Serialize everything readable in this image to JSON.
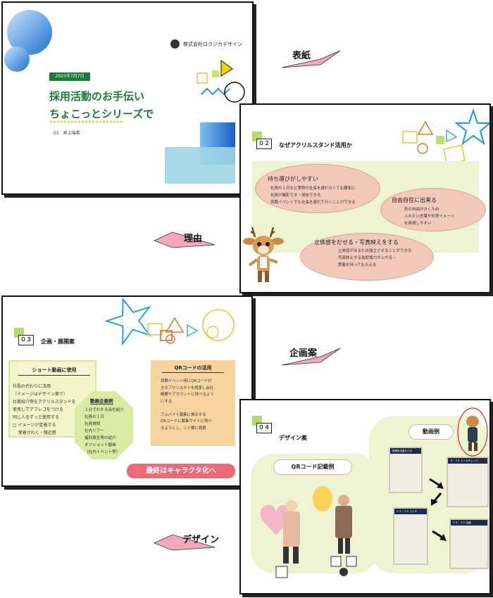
{
  "slides": {
    "cover": {
      "company": "株式会社ロクジカデザイン",
      "date": "2025年7月7日",
      "title_line1": "採用活動のお手伝い",
      "title_line2": "ちょこっとシリーズで",
      "author": "01　井上瑞希"
    },
    "reason": {
      "number": "０２",
      "heading": "なぜアクリルスタンド活用か",
      "points": [
        {
          "title": "持ち運びがしやすい",
          "lines": [
            "社員の１日など実物の社長を連れなくても腰率に",
            "社員が撮影でき・発信できる",
            "就職イベントでも社長を連れて行くことができる"
          ]
        },
        {
          "title": "自由自在に出来る",
          "lines": [
            "形の自由がきくため",
            "入れたい言葉や形等イメージ",
            "を再現しやすい"
          ]
        },
        {
          "title": "立体感をだせる・写真映えをする",
          "lines": [
            "立体感が出るため独立させることができる",
            "写真映えする為認識力が上がる・",
            "愛着を持ってもらえる"
          ]
        }
      ]
    },
    "plan": {
      "number": "０３",
      "heading": "企画・展開案",
      "short": {
        "title": "ショート動画に使用",
        "lines": [
          "社長の代わりに活用",
          "（イメージはデザイン案で）",
          "社員紹介等をアクリルスタンドを",
          "使用してアフレコをつける",
          "同じ人をずっと使用する",
          "□ イメージが定着する",
          "　 愛着がわく・親近感"
        ]
      },
      "examples": {
        "title": "動画企画例",
        "lines": [
          "１分でわかる会社紹介",
          "社員の１日",
          "社員質問",
          "社内ツアー",
          "福利厚生等の紹介",
          "オフショット動画",
          "（社内イベント等）"
        ]
      },
      "qr": {
        "title": "QRコードの活用",
        "lines": [
          "就職イベント時にQRコード付",
          "きのアクリスタドを設置し会社",
          "概要やアカウントに飛べるよう",
          "にする",
          "",
          "アルバイト募集に掲示する",
          "QRコードに募集サイトに飛べ",
          "るようにし、レジ横に設置"
        ]
      },
      "final": "最終はキャラクタ化へ"
    },
    "design": {
      "number": "０４",
      "heading": "デザイン案",
      "qr_example": "QRコード記載例",
      "video_example": "動画例",
      "thumb_titles": [
        "営業担当者の１日",
        "９：５０ メールチェック",
        "１２：３０ ランチ",
        "１４：３０ 会議"
      ]
    }
  },
  "tags": {
    "cover": "表紙",
    "reason": "理由",
    "plan": "企画案",
    "design": "デザイン"
  },
  "colors": {
    "green": "#1b7b36",
    "accent_pink": "#ea6a77",
    "oval": "#f3c9bb",
    "panel": "#eef3d2",
    "tag_pink": "#f2a7bd"
  }
}
